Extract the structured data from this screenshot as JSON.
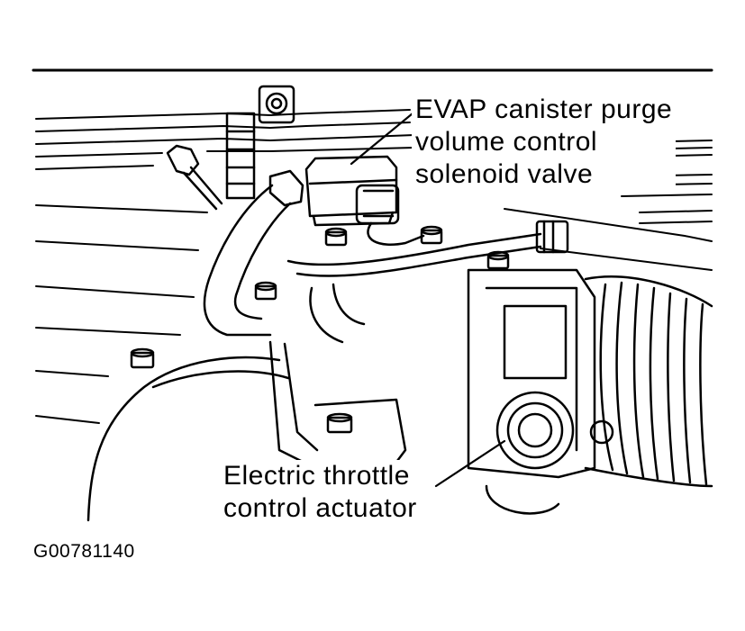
{
  "diagram": {
    "labels": {
      "evap": [
        "EVAP canister purge",
        "volume control",
        "solenoid valve"
      ],
      "etc": [
        "Electric throttle",
        "control actuator"
      ]
    },
    "figure_code": "G00781140"
  }
}
